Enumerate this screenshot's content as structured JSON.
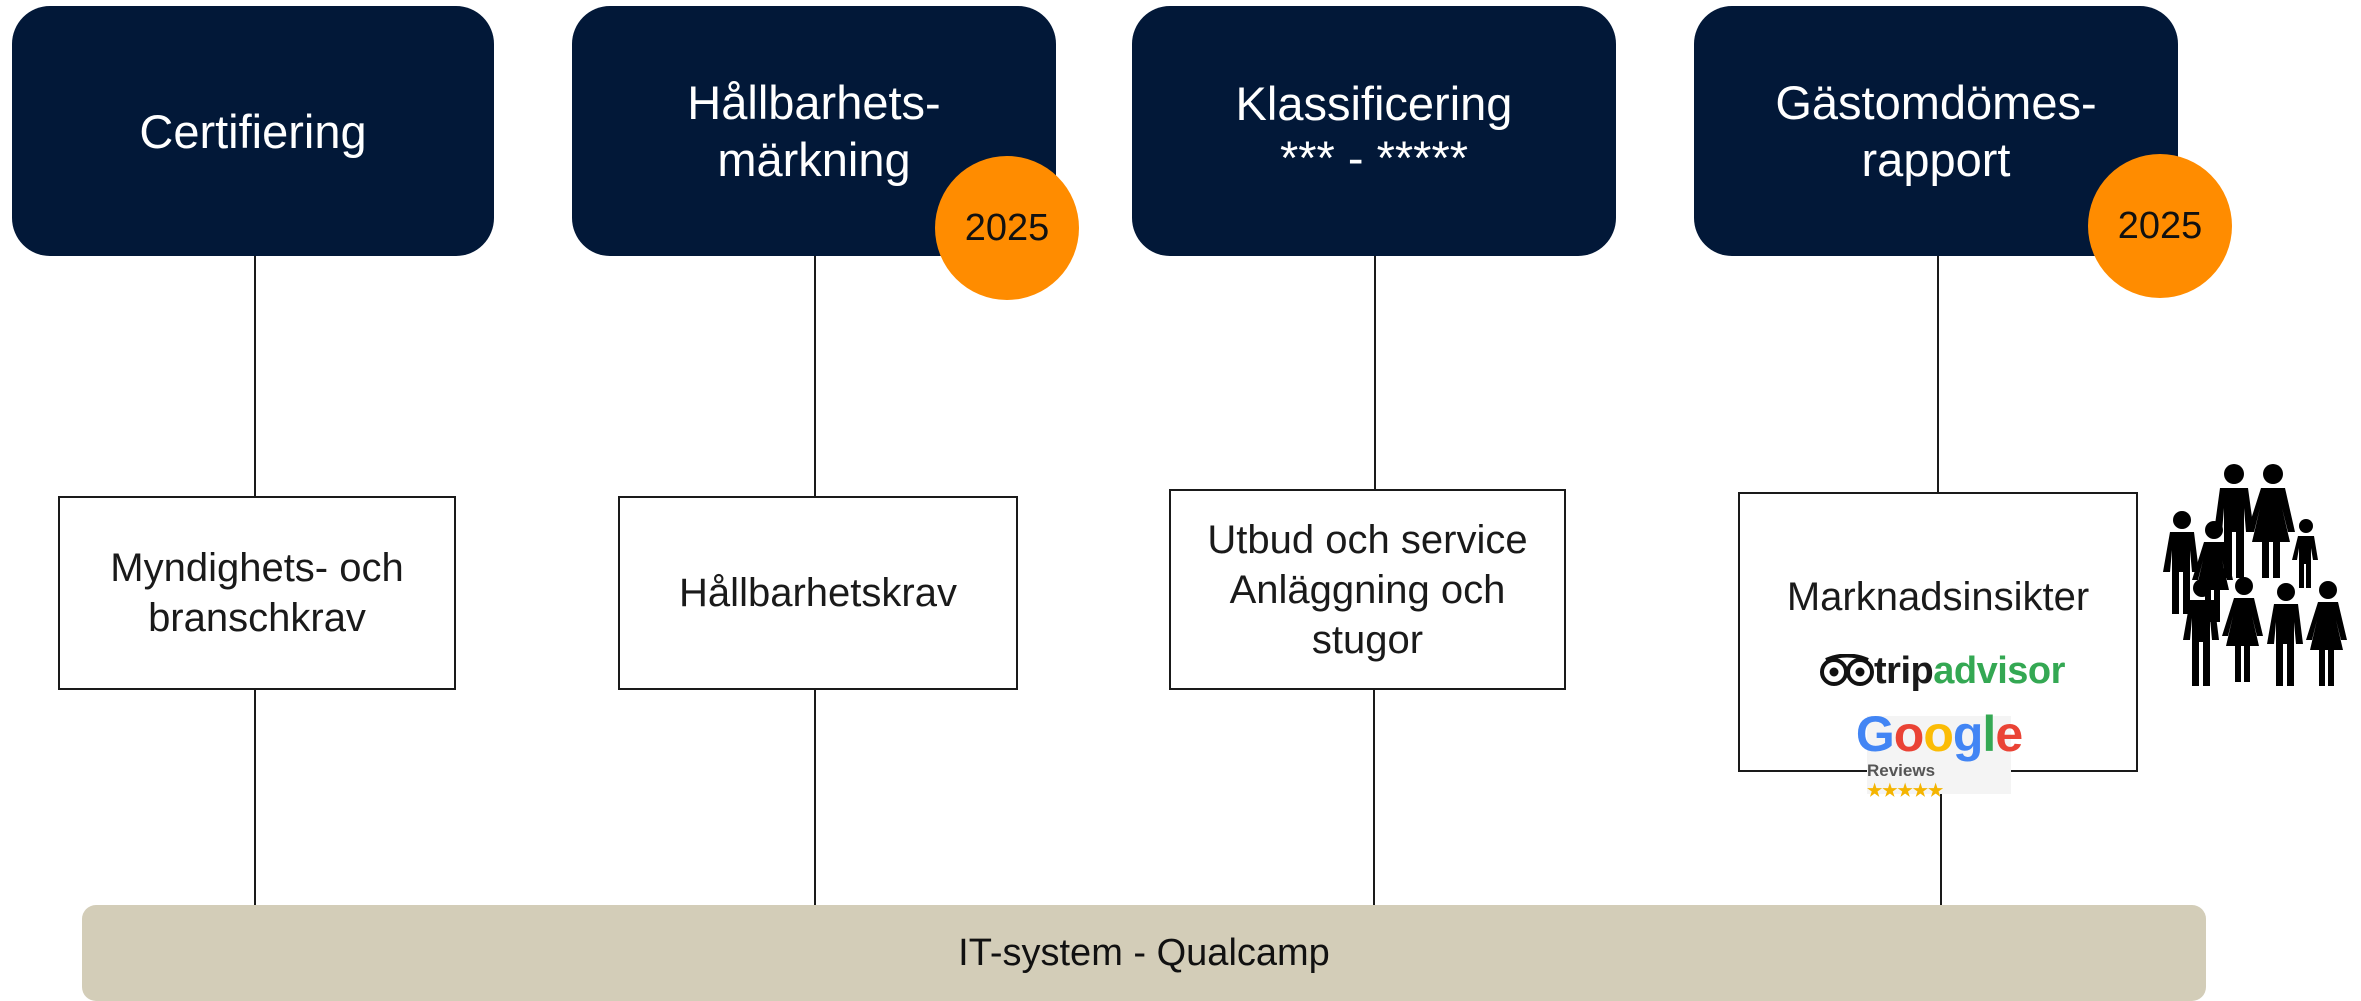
{
  "columns": [
    {
      "title_lines": [
        "Certifiering"
      ],
      "body_lines": [
        "Myndighets- och",
        "branschkrav"
      ]
    },
    {
      "title_lines": [
        "Hållbarhets-",
        "märkning"
      ],
      "body_lines": [
        "Hållbarhetskrav"
      ],
      "badge": "2025"
    },
    {
      "title_lines": [
        "Klassificering",
        "*** - *****"
      ],
      "body_lines": [
        "Utbud och service",
        "Anläggning och",
        "stugor"
      ]
    },
    {
      "title_lines": [
        "Gästomdömes-",
        "rapport"
      ],
      "body_lines": [
        "Marknadsinsikter"
      ],
      "badge": "2025"
    }
  ],
  "logos": {
    "tripadvisor": {
      "part1": "trip",
      "part2": "advisor"
    },
    "google": {
      "letters": [
        "G",
        "o",
        "o",
        "g",
        "l",
        "e"
      ],
      "letter_colors": [
        "#4285f4",
        "#ea4335",
        "#fbbc05",
        "#4285f4",
        "#34a853",
        "#ea4335"
      ],
      "sub": "Reviews",
      "stars": "★★★★★"
    }
  },
  "icons": [
    "family-icon"
  ],
  "bottom_bar": {
    "label": "IT-system - Qualcamp"
  },
  "colors": {
    "top_box": "#021838",
    "badge": "#ff8c00",
    "bar": "#d3cdb8"
  }
}
